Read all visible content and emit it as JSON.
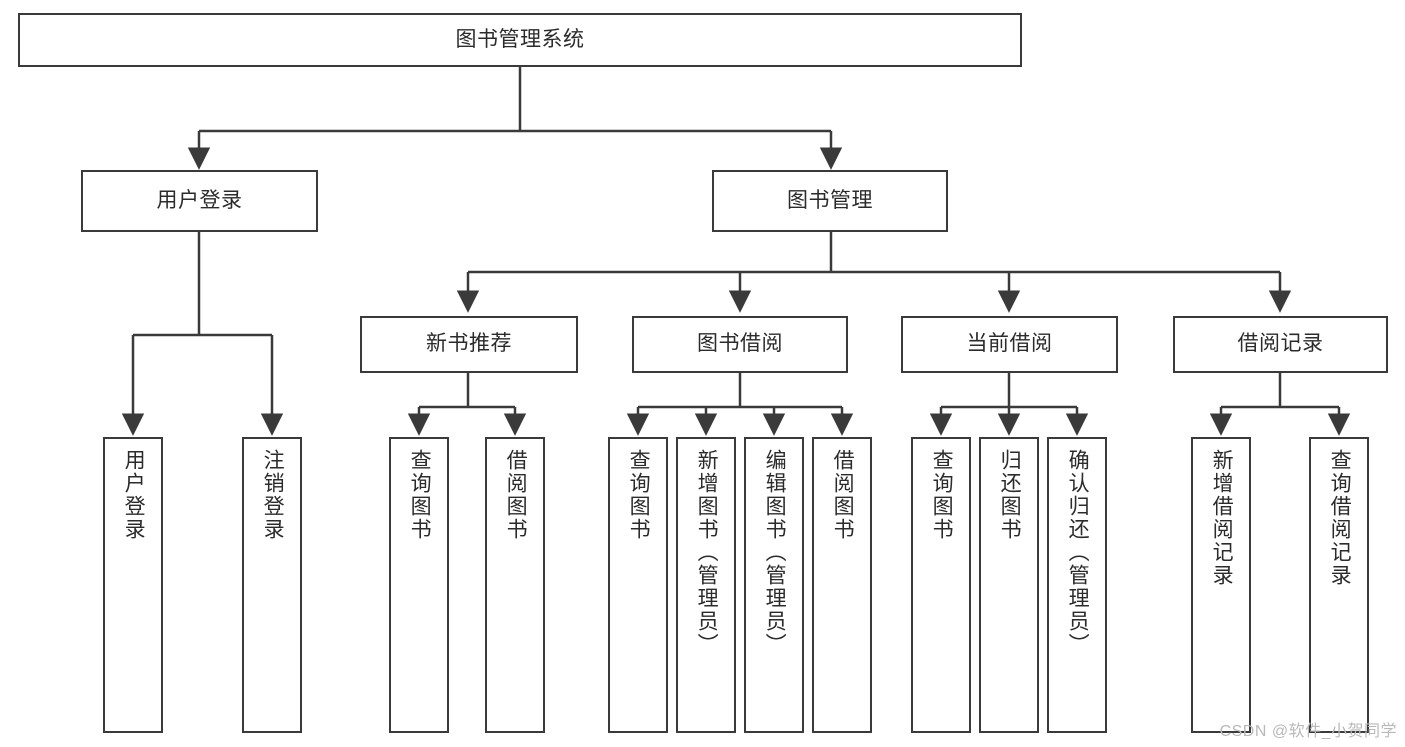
{
  "diagram": {
    "title": "图书管理系统",
    "type": "tree",
    "orientation": "top-down",
    "line_color": "#3a3a3a",
    "box_fill": "#ffffff",
    "text_color": "#2b2b2b",
    "watermark": "CSDN @软件_小贺同学",
    "nodes": {
      "root": {
        "label": "图书管理系统"
      },
      "level2": [
        {
          "label": "用户登录"
        },
        {
          "label": "图书管理"
        }
      ],
      "level3": [
        {
          "label": "新书推荐"
        },
        {
          "label": "图书借阅"
        },
        {
          "label": "当前借阅"
        },
        {
          "label": "借阅记录"
        }
      ],
      "leaves": {
        "user_login": [
          {
            "label": "用户登录"
          },
          {
            "label": "注销登录"
          }
        ],
        "new_book": [
          {
            "label": "查询图书"
          },
          {
            "label": "借阅图书"
          }
        ],
        "book_borrow": [
          {
            "label": "查询图书"
          },
          {
            "label": "新增图书（管理员）"
          },
          {
            "label": "编辑图书（管理员）"
          },
          {
            "label": "借阅图书"
          }
        ],
        "current_borrow": [
          {
            "label": "查询图书"
          },
          {
            "label": "归还图书"
          },
          {
            "label": "确认归还（管理员）"
          }
        ],
        "borrow_record": [
          {
            "label": "新增借阅记录"
          },
          {
            "label": "查询借阅记录"
          }
        ]
      }
    }
  }
}
